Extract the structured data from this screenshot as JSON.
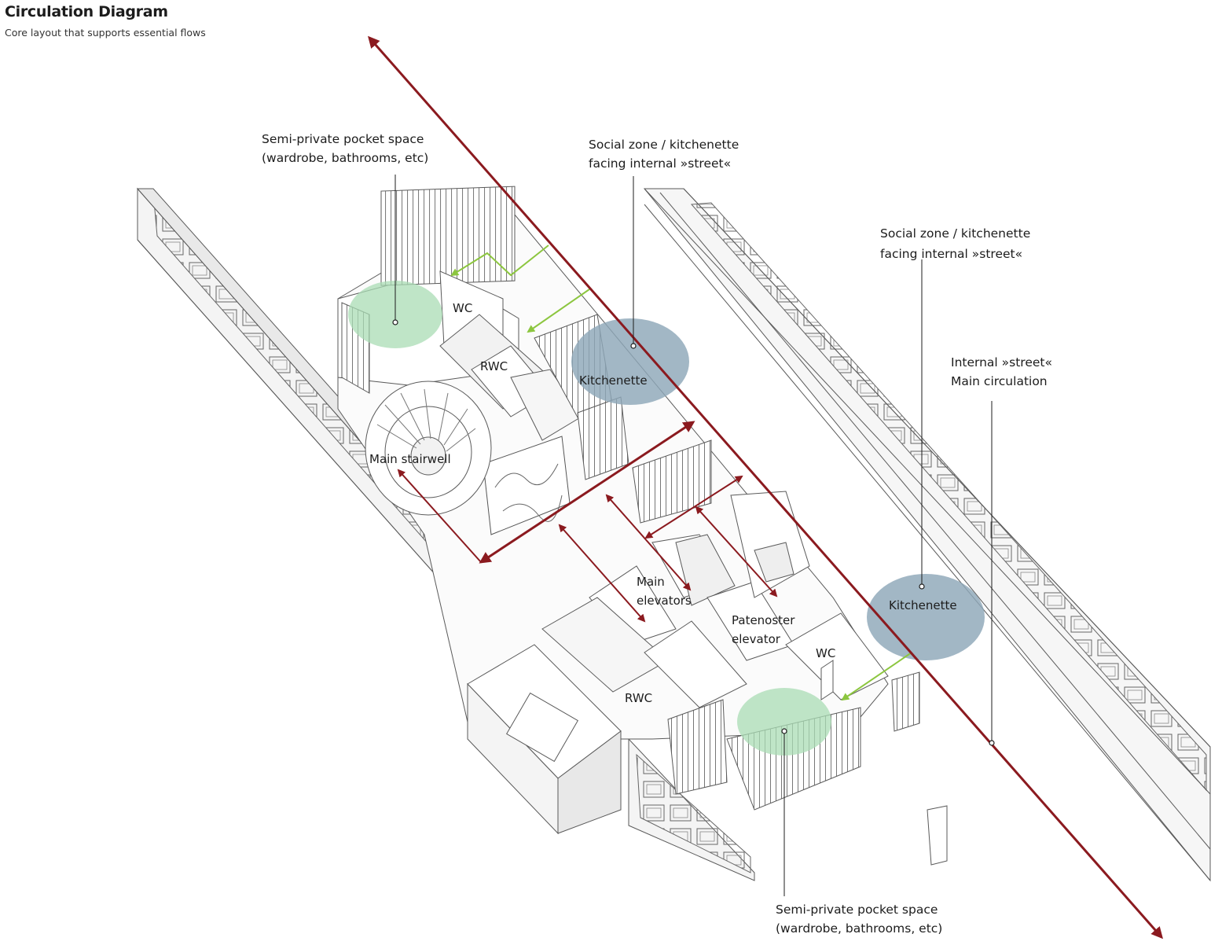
{
  "header": {
    "title": "Circulation Diagram",
    "subtitle": "Core layout that supports essential flows"
  },
  "callouts": {
    "pocket_top": [
      "Semi-private pocket space",
      "(wardrobe, bathrooms, etc)"
    ],
    "social_top": [
      "Social zone / kitchenette",
      "facing internal »street«"
    ],
    "social_right": [
      "Social zone / kitchenette",
      "facing internal »street«"
    ],
    "street": [
      "Internal »street«",
      "Main circulation"
    ],
    "pocket_bottom": [
      "Semi-private pocket space",
      "(wardrobe, bathrooms, etc)"
    ]
  },
  "rooms": {
    "wc_top": "WC",
    "rwc_top": "RWC",
    "kitchenette_top": "Kitchenette",
    "stairwell": "Main stairwell",
    "elevators": [
      "Main",
      "elevators"
    ],
    "paternoster": [
      "Patenoster",
      "elevator"
    ],
    "kitchenette_right": "Kitchenette",
    "wc_bottom": "WC",
    "rwc_bottom": "RWC"
  },
  "colors": {
    "flow_arrow": "#8b1a1f",
    "entry_arrow": "#8cc63f",
    "pocket_zone": "#a9dcb4",
    "social_zone": "#8ea7b8",
    "line": "#5a5a5a"
  }
}
